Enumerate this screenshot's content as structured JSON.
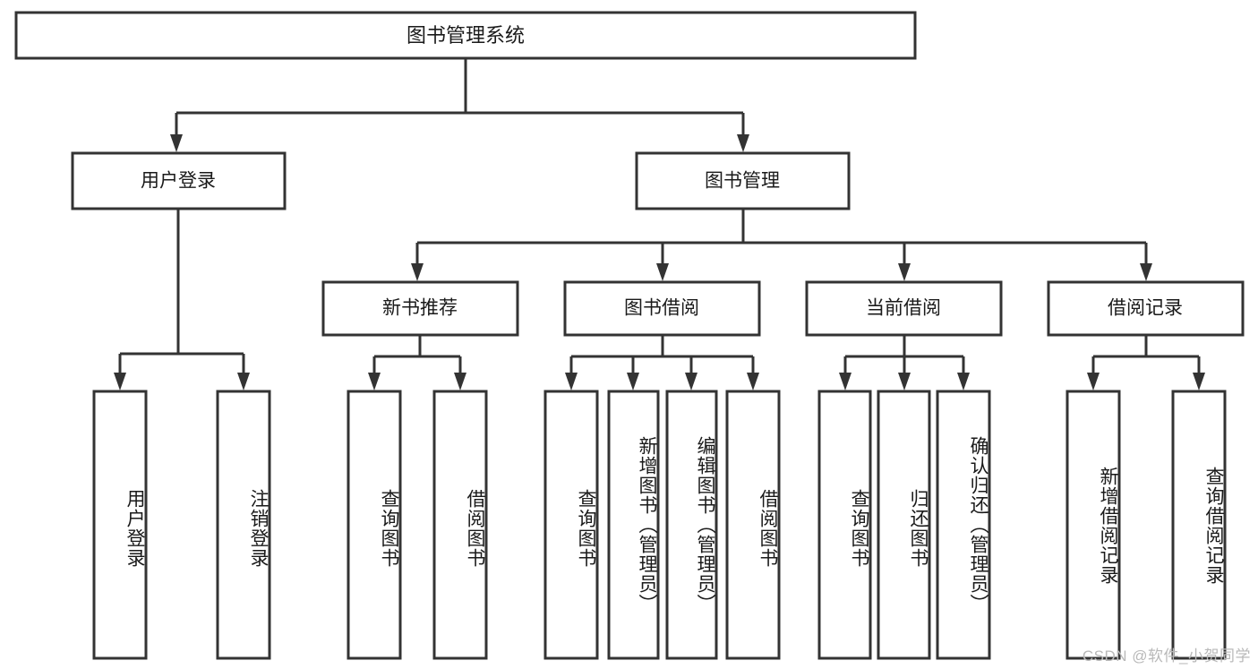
{
  "diagram": {
    "title": "图书管理系统",
    "type": "hierarchy-tree",
    "orientation": "top-down",
    "stroke_color": "#333333",
    "fill_color": "#ffffff",
    "text_color": "#1a1a1a",
    "root": {
      "id": "root",
      "label": "图书管理系统",
      "orientation": "horizontal"
    },
    "level2": [
      {
        "id": "user-login",
        "label": "用户登录",
        "orientation": "horizontal"
      },
      {
        "id": "book-management",
        "label": "图书管理",
        "orientation": "horizontal"
      }
    ],
    "level3": [
      {
        "id": "new-book-recommend",
        "label": "新书推荐",
        "parent": "book-management",
        "orientation": "horizontal"
      },
      {
        "id": "book-borrow",
        "label": "图书借阅",
        "parent": "book-management",
        "orientation": "horizontal"
      },
      {
        "id": "current-borrow",
        "label": "当前借阅",
        "parent": "book-management",
        "orientation": "horizontal"
      },
      {
        "id": "borrow-record",
        "label": "借阅记录",
        "parent": "book-management",
        "orientation": "horizontal"
      }
    ],
    "leaves": [
      {
        "id": "leaf-user-login",
        "label": "用户登录",
        "parent": "user-login",
        "orientation": "vertical"
      },
      {
        "id": "leaf-logout",
        "label": "注销登录",
        "parent": "user-login",
        "orientation": "vertical"
      },
      {
        "id": "leaf-query-book-1",
        "label": "查询图书",
        "parent": "new-book-recommend",
        "orientation": "vertical"
      },
      {
        "id": "leaf-borrow-book-1",
        "label": "借阅图书",
        "parent": "new-book-recommend",
        "orientation": "vertical"
      },
      {
        "id": "leaf-query-book-2",
        "label": "查询图书",
        "parent": "book-borrow",
        "orientation": "vertical"
      },
      {
        "id": "leaf-add-book",
        "label": "新增图书（管理员）",
        "parent": "book-borrow",
        "orientation": "vertical"
      },
      {
        "id": "leaf-edit-book",
        "label": "编辑图书（管理员）",
        "parent": "book-borrow",
        "orientation": "vertical"
      },
      {
        "id": "leaf-borrow-book-2",
        "label": "借阅图书",
        "parent": "book-borrow",
        "orientation": "vertical"
      },
      {
        "id": "leaf-query-book-3",
        "label": "查询图书",
        "parent": "current-borrow",
        "orientation": "vertical"
      },
      {
        "id": "leaf-return-book",
        "label": "归还图书",
        "parent": "current-borrow",
        "orientation": "vertical"
      },
      {
        "id": "leaf-confirm-return",
        "label": "确认归还（管理员）",
        "parent": "current-borrow",
        "orientation": "vertical"
      },
      {
        "id": "leaf-add-record",
        "label": "新增借阅记录",
        "parent": "borrow-record",
        "orientation": "vertical"
      },
      {
        "id": "leaf-query-record",
        "label": "查询借阅记录",
        "parent": "borrow-record",
        "orientation": "vertical"
      }
    ]
  },
  "watermark": {
    "text": "CSDN @软件_小贺同学",
    "color": "#b9b9b9"
  }
}
